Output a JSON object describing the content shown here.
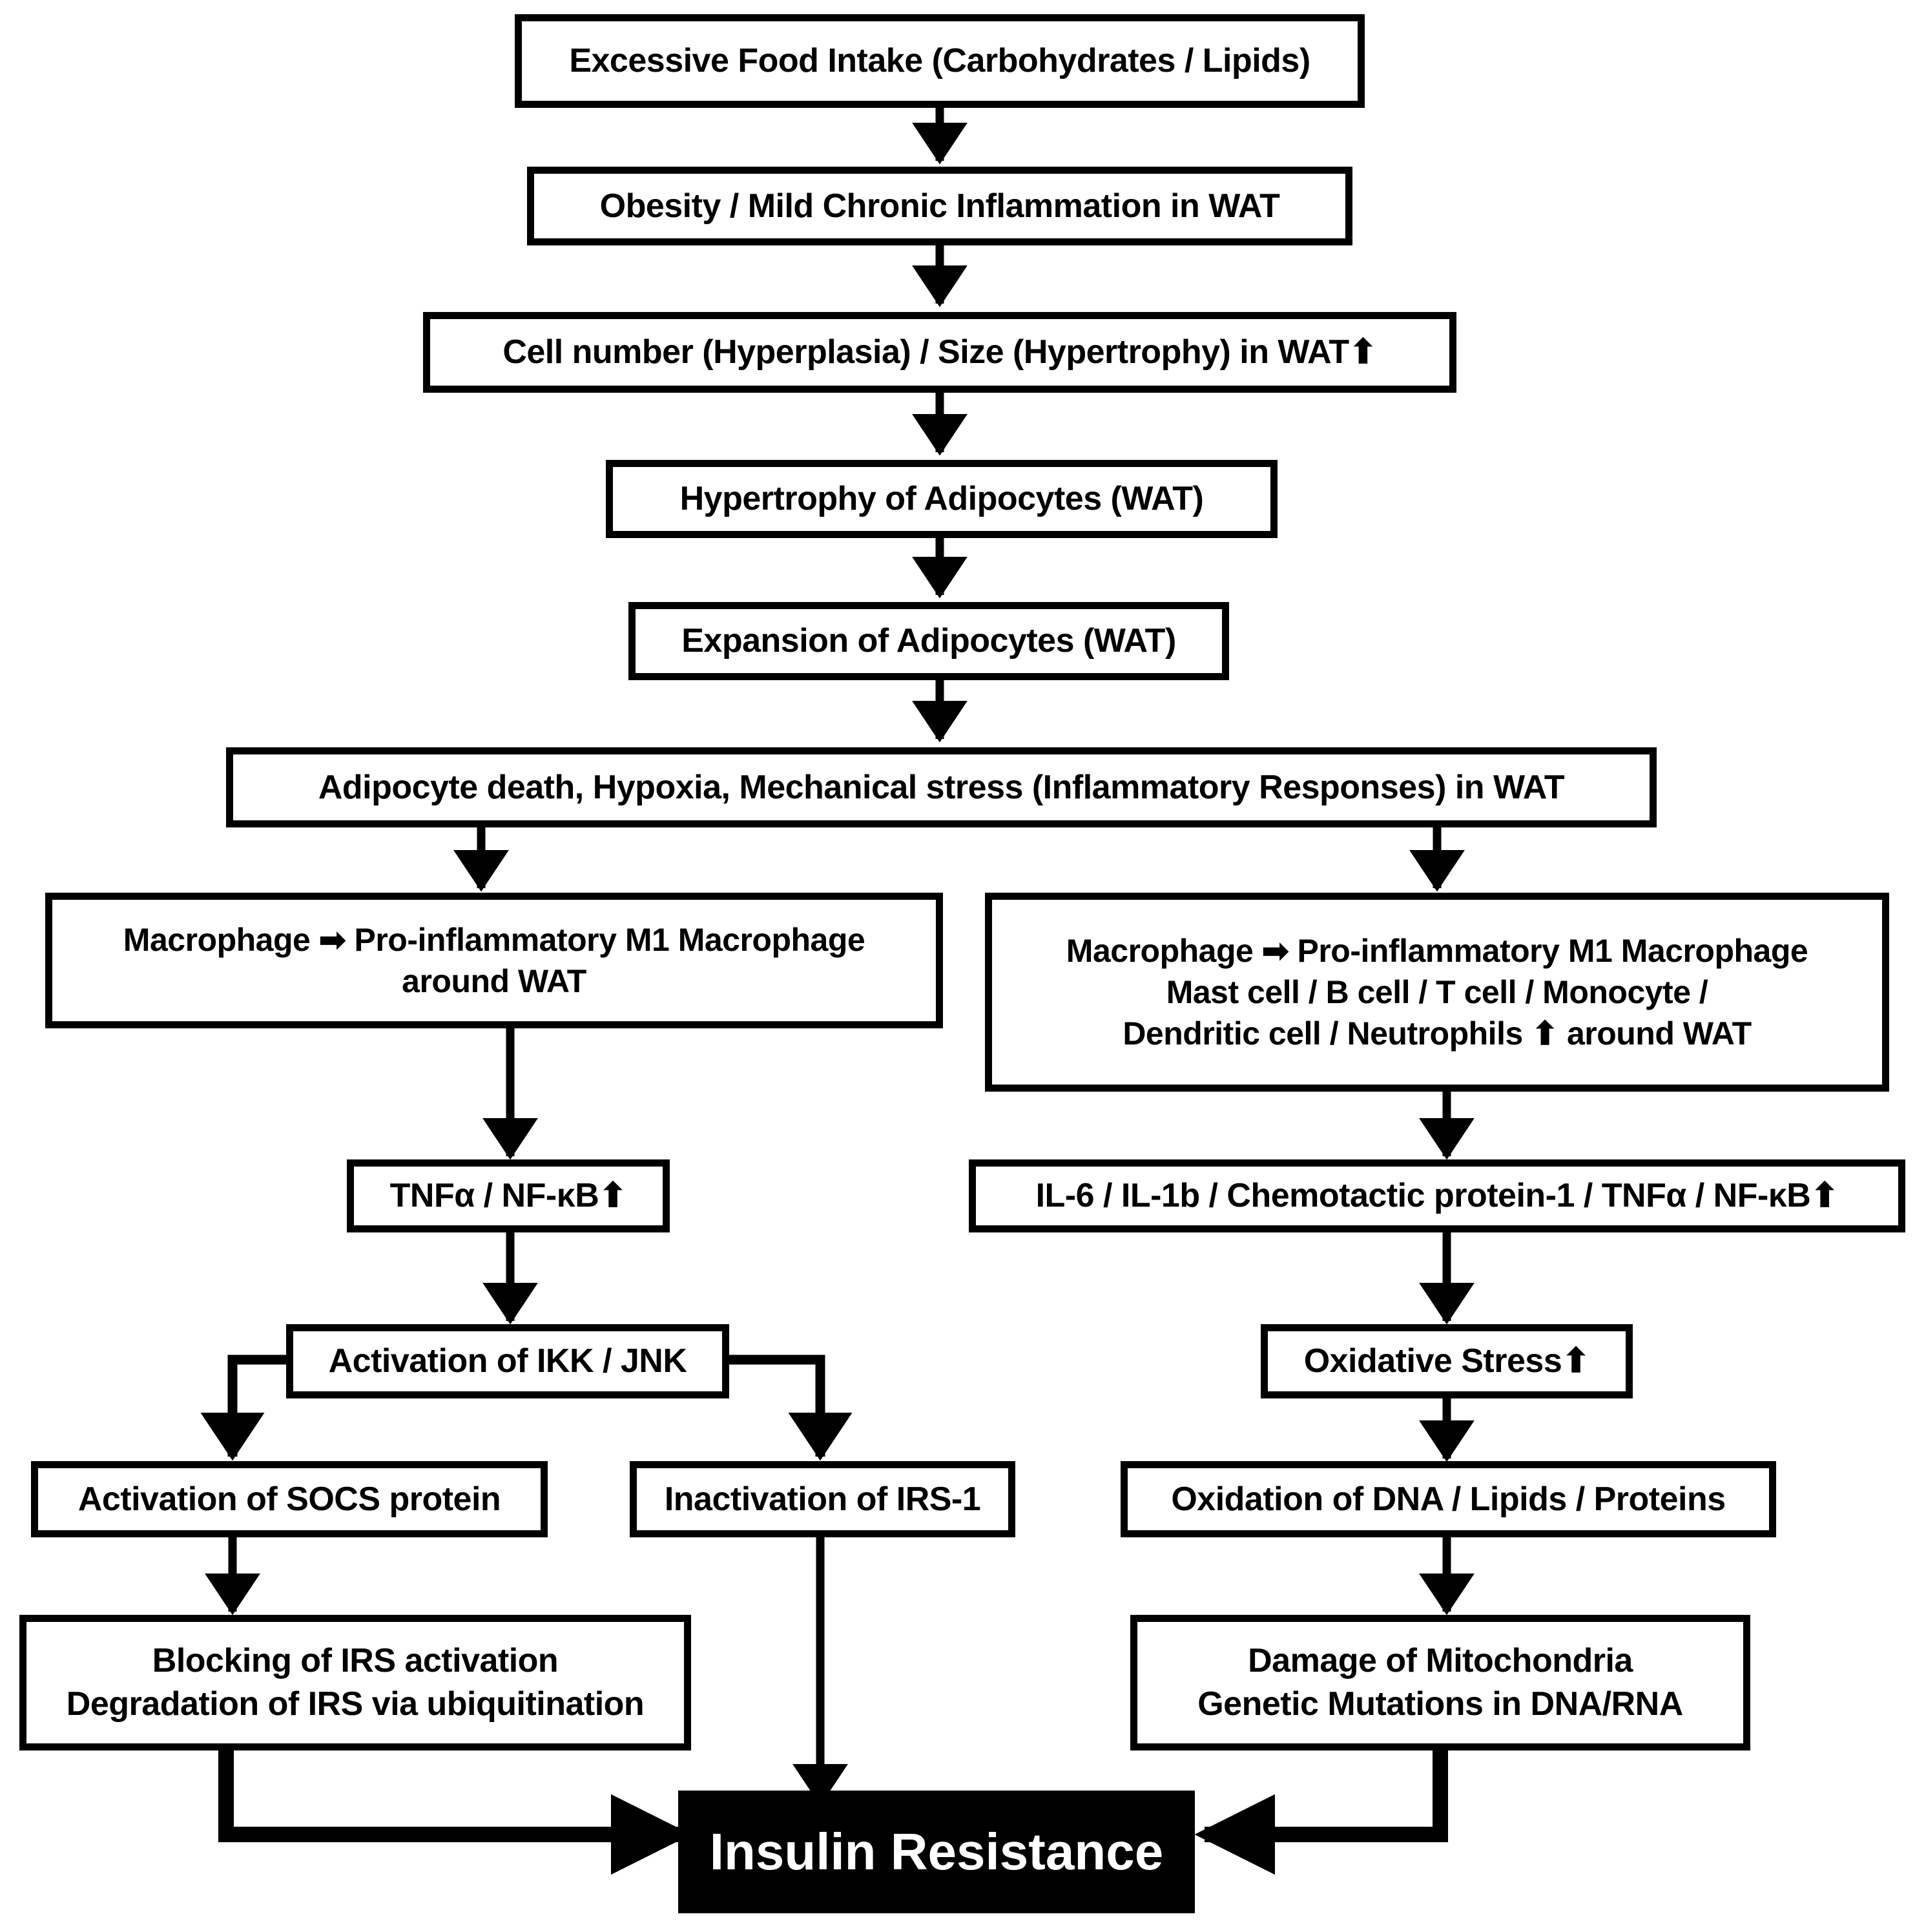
{
  "diagram": {
    "title": "Obesity-induced inflammation pathway to insulin resistance",
    "background_color": "#ffffff",
    "line_color": "#000000",
    "terminal_fill": "#000000",
    "terminal_text_color": "#ffffff",
    "glyphs": {
      "right_arrow": "➡",
      "up_arrow": "⬆",
      "alpha": "α",
      "kappa": "κ"
    }
  },
  "nodes": {
    "food_intake": {
      "label": "Excessive Food Intake (Carbohydrates / Lipids)"
    },
    "obesity": {
      "label": "Obesity / Mild Chronic Inflammation in WAT"
    },
    "cell_number": {
      "label": "Cell number (Hyperplasia) / Size (Hypertrophy) in WAT⬆"
    },
    "hypertrophy": {
      "label": "Hypertrophy of Adipocytes (WAT)"
    },
    "expansion": {
      "label": "Expansion of Adipocytes (WAT)"
    },
    "adipocyte_death": {
      "label": "Adipocyte death, Hypoxia, Mechanical stress (Inflammatory Responses) in WAT"
    },
    "macrophage_left": {
      "line1": "Macrophage ➡ Pro-inflammatory M1 Macrophage",
      "line2": "around WAT"
    },
    "macrophage_right": {
      "line1": "Macrophage ➡ Pro-inflammatory M1 Macrophage",
      "line2": "Mast cell / B cell / T cell / Monocyte /",
      "line3": "Dendritic cell / Neutrophils ⬆ around WAT"
    },
    "tnf_left": {
      "label": "TNFα / NF-κB⬆"
    },
    "cytokines_right": {
      "label": "IL-6 / IL-1b / Chemotactic protein-1 / TNFα / NF-κB⬆"
    },
    "ikk_jnk": {
      "label": "Activation of IKK / JNK"
    },
    "oxidative_stress": {
      "label": "Oxidative Stress⬆"
    },
    "socs": {
      "label": "Activation of SOCS protein"
    },
    "irs1": {
      "label": "Inactivation of IRS-1"
    },
    "oxidation": {
      "label": "Oxidation of DNA / Lipids / Proteins"
    },
    "blocking_irs": {
      "line1": "Blocking of IRS activation",
      "line2": "Degradation of IRS via ubiquitination"
    },
    "mitochondria": {
      "line1": "Damage of Mitochondria",
      "line2": "Genetic Mutations in DNA/RNA"
    },
    "insulin_resistance": {
      "label": "Insulin Resistance"
    }
  },
  "edges": [
    {
      "from": "food_intake",
      "to": "obesity",
      "type": "vertical"
    },
    {
      "from": "obesity",
      "to": "cell_number",
      "type": "vertical"
    },
    {
      "from": "cell_number",
      "to": "hypertrophy",
      "type": "vertical"
    },
    {
      "from": "hypertrophy",
      "to": "expansion",
      "type": "vertical"
    },
    {
      "from": "expansion",
      "to": "adipocyte_death",
      "type": "vertical"
    },
    {
      "from": "adipocyte_death",
      "to": "macrophage_left",
      "type": "vertical"
    },
    {
      "from": "adipocyte_death",
      "to": "macrophage_right",
      "type": "vertical"
    },
    {
      "from": "macrophage_left",
      "to": "tnf_left",
      "type": "vertical"
    },
    {
      "from": "macrophage_right",
      "to": "cytokines_right",
      "type": "vertical"
    },
    {
      "from": "tnf_left",
      "to": "ikk_jnk",
      "type": "vertical"
    },
    {
      "from": "cytokines_right",
      "to": "oxidative_stress",
      "type": "vertical"
    },
    {
      "from": "ikk_jnk",
      "to": "socs",
      "type": "elbow-left"
    },
    {
      "from": "ikk_jnk",
      "to": "irs1",
      "type": "elbow-right"
    },
    {
      "from": "oxidative_stress",
      "to": "oxidation",
      "type": "vertical"
    },
    {
      "from": "socs",
      "to": "blocking_irs",
      "type": "vertical"
    },
    {
      "from": "oxidation",
      "to": "mitochondria",
      "type": "vertical"
    },
    {
      "from": "irs1",
      "to": "insulin_resistance",
      "type": "vertical"
    },
    {
      "from": "blocking_irs",
      "to": "insulin_resistance",
      "type": "elbow-into-right"
    },
    {
      "from": "mitochondria",
      "to": "insulin_resistance",
      "type": "elbow-into-left"
    }
  ]
}
